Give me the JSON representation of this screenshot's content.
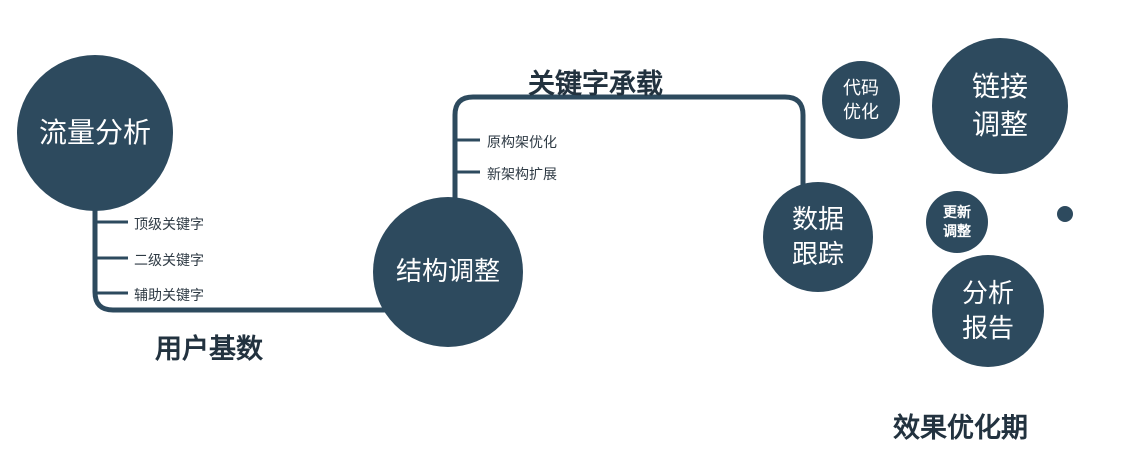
{
  "colors": {
    "primary": "#2d4a5e",
    "text_dark": "#22323f",
    "branch_text": "#2e3a44",
    "white": "#ffffff"
  },
  "nodes": {
    "traffic": {
      "label": "流量分析"
    },
    "structure": {
      "label": "结构调整"
    },
    "tracking": {
      "label": "数据\n跟踪"
    },
    "code": {
      "label": "代码\n优化"
    },
    "link": {
      "label": "链接\n调整"
    },
    "update": {
      "label": "更新\n调整"
    },
    "report": {
      "label": "分析\n报告"
    }
  },
  "edges": {
    "user_base": "用户基数",
    "keyword_carry": "关键字承载"
  },
  "branches": {
    "traffic": [
      "顶级关键字",
      "二级关键字",
      "辅助关键字"
    ],
    "structure": [
      "原构架优化",
      "新架构扩展"
    ]
  },
  "footer": "效果优化期"
}
